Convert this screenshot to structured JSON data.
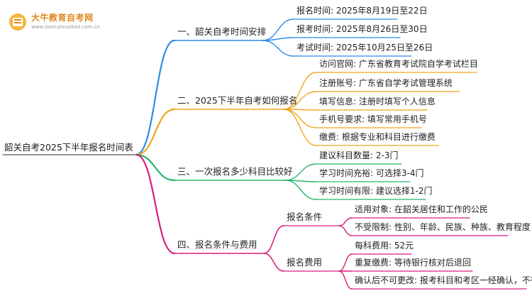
{
  "logo": {
    "name": "大牛教育自考网",
    "url": "www.daniuzixuekao.com.cn"
  },
  "colors": {
    "blue": "#2b8be8",
    "orange": "#f2a51b",
    "green": "#27b66a",
    "magenta": "#d81e7c"
  },
  "root": "韶关自考2025下半年报名时间表",
  "branches": [
    {
      "label": "一、韶关自考时间安排",
      "leaves": [
        "报名时间: 2025年8月19日至22日",
        "报考时间: 2025年8月26日至30日",
        "考试时间: 2025年10月25日至26日"
      ]
    },
    {
      "label": "二、2025下半年自考如何报名",
      "leaves": [
        "访问官网: 广东省教育考试院自学考试栏目",
        "注册账号: 广东省自学考试管理系统",
        "填写信息: 注册时填写个人信息",
        "手机号要求: 填写常用手机号",
        "缴费: 根据专业和科目进行缴费"
      ]
    },
    {
      "label": "三、一次报名多少科目比较好",
      "leaves": [
        "建议科目数量: 2-3门",
        "学习时间充裕: 可选择3-4门",
        "学习时间有限: 建议选择1-2门"
      ]
    },
    {
      "label": "四、报名条件与费用",
      "subs": [
        {
          "label": "报名条件",
          "leaves": [
            "适用对象: 在韶关居住和工作的公民",
            "不受限制: 性别、年龄、民族、种族、教育程度"
          ]
        },
        {
          "label": "报名费用",
          "leaves": [
            "每科费用: 52元",
            "重复缴费: 等待银行核对后退回",
            "确认后不可更改: 报考科目和考区一经确认，不得更改"
          ]
        }
      ]
    }
  ]
}
